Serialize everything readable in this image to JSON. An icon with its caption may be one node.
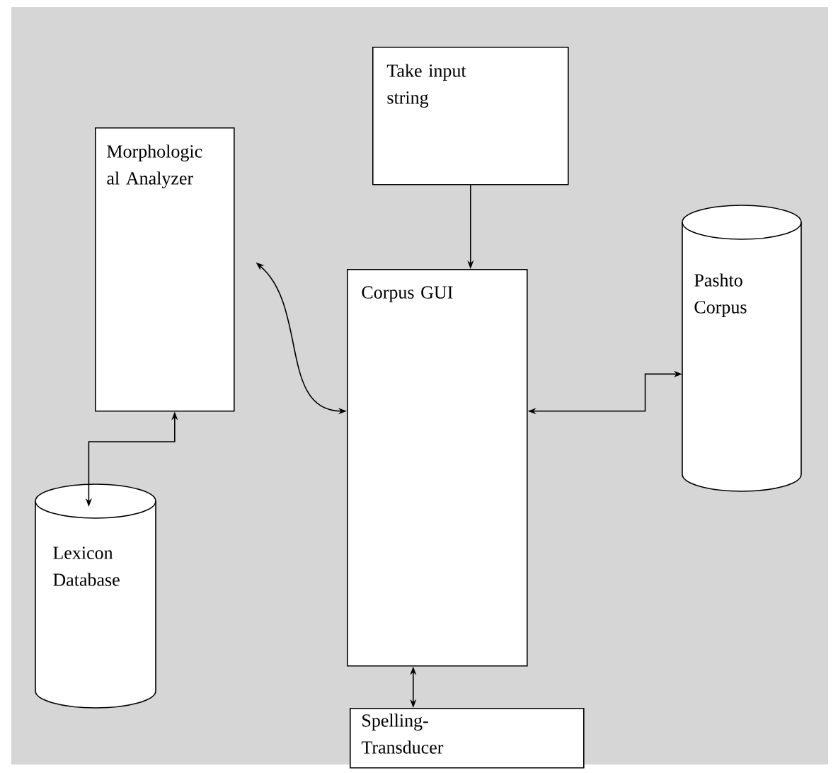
{
  "diagram": {
    "nodes": [
      {
        "text": [
          "Take input string"
        ]
      },
      {
        "text": [
          "Morphologic al Analyzer"
        ]
      },
      {
        "text": [
          "Corpus GUI"
        ]
      },
      {
        "text": [
          "Pashto Corpus"
        ]
      },
      {
        "text": [
          "Lexicon Database"
        ]
      },
      {
        "text": [
          "Spelling-Transducer"
        ]
      }
    ],
    "edges": [
      {
        "from": 0,
        "to": 2,
        "arrow": "to"
      },
      {
        "from": 1,
        "to": 2,
        "arrow": "both"
      },
      {
        "from": 2,
        "to": 3,
        "arrow": "both"
      },
      {
        "from": 4,
        "to": 1,
        "arrow": "both"
      },
      {
        "from": 2,
        "to": 5,
        "arrow": "both"
      }
    ]
  }
}
